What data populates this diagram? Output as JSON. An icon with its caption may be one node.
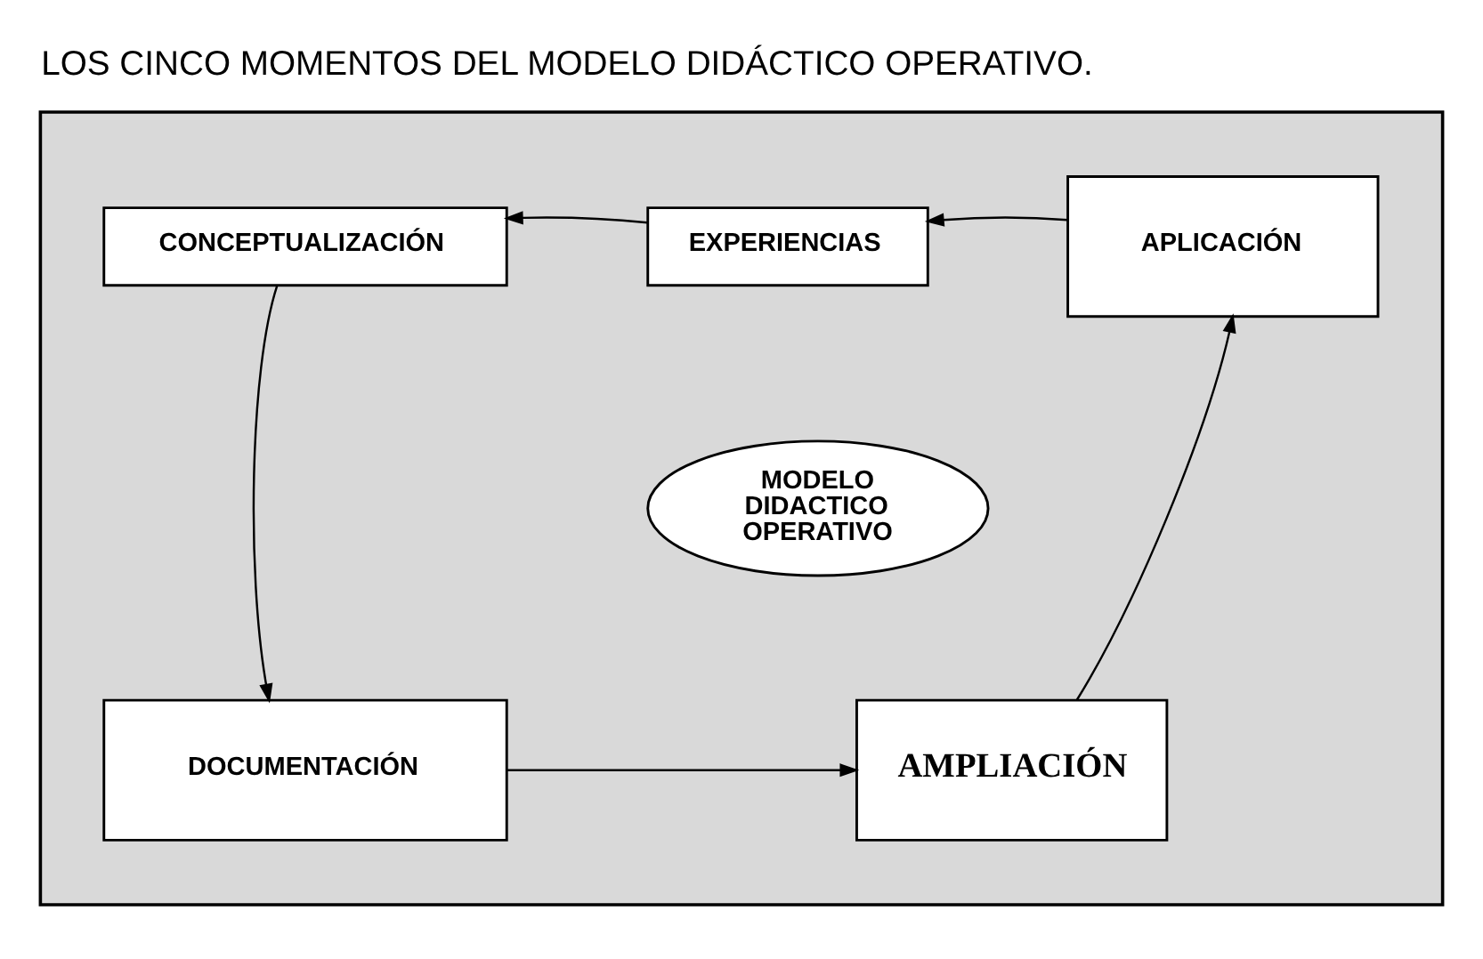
{
  "diagram": {
    "title": "LOS CINCO MOMENTOS DEL MODELO DIDÁCTICO OPERATIVO.",
    "nodes": [
      {
        "text": [],
        "shape": "box"
      },
      {
        "text": [
          "EXPERIENCIAS"
        ],
        "in": 0
      },
      {
        "text": [
          "CONCEPTUALIZACIÓN"
        ],
        "in": 0
      },
      {
        "text": [
          "APLICACIÓN"
        ],
        "in": 0
      },
      {
        "text": [
          "MODELO DIDACTICO OPERATIVO"
        ],
        "in": 0
      },
      {
        "text": [
          "DOCUMENTACIÓN"
        ],
        "in": 0
      },
      {
        "text": [
          "AMPLIACIÓN"
        ],
        "in": 0
      }
    ],
    "edges": [
      {
        "from": 1,
        "to": 2,
        "arrow": "to"
      },
      {
        "from": 3,
        "to": 1,
        "arrow": "to"
      },
      {
        "from": 2,
        "to": 5,
        "arrow": "to"
      },
      {
        "from": 5,
        "to": 6,
        "arrow": "to"
      },
      {
        "from": 6,
        "to": 3,
        "arrow": "to"
      }
    ]
  }
}
